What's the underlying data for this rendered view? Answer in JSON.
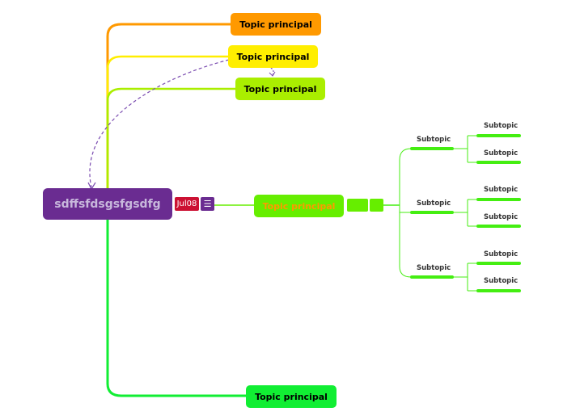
{
  "central": {
    "label": "sdffsfdsgsfgsdfg",
    "date_badge": "Jul08",
    "menu_icon": "menu-icon"
  },
  "topics": [
    {
      "label": "Topic principal",
      "color": "#ff9900"
    },
    {
      "label": "Topic principal",
      "color": "#ffee00"
    },
    {
      "label": "Topic principal",
      "color": "#aaee00"
    },
    {
      "label": "Topic principal",
      "color": "#66ee00",
      "text_color": "#ff9900"
    },
    {
      "label": "Topic principal",
      "color": "#11ee33"
    }
  ],
  "subtopics": [
    {
      "label": "Subtopic",
      "children": [
        "Subtopic",
        "Subtopic"
      ]
    },
    {
      "label": "Subtopic",
      "children": [
        "Subtopic",
        "Subtopic"
      ]
    },
    {
      "label": "Subtopic",
      "children": [
        "Subtopic",
        "Subtopic"
      ]
    }
  ],
  "colors": {
    "central": "#6a2c91",
    "date_badge": "#cc1133",
    "branch_green": "#44ee11",
    "relation_line": "#7a4bb0"
  }
}
